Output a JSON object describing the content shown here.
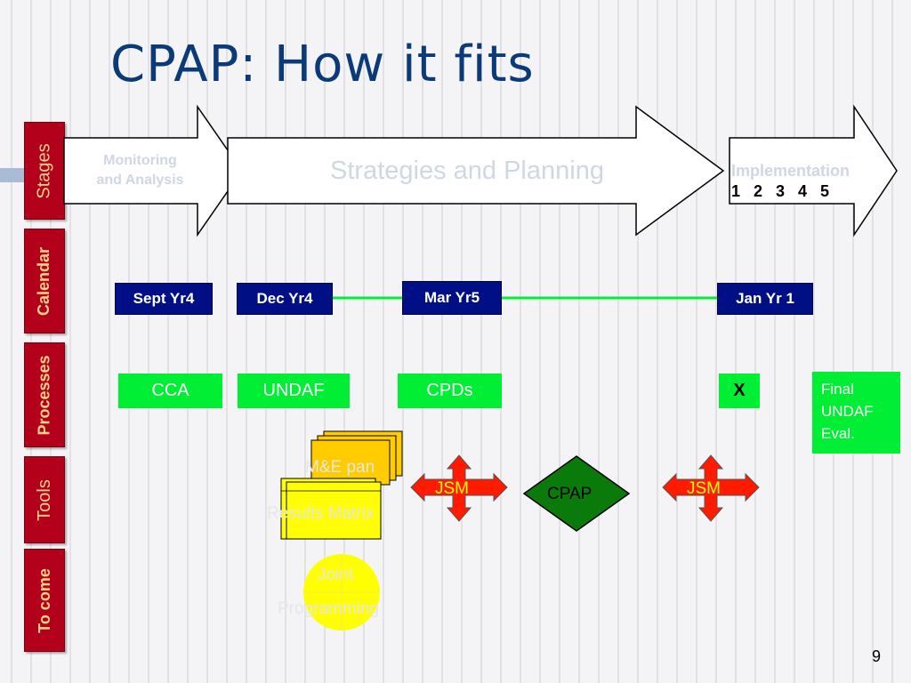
{
  "slide": {
    "title": "CPAP: How it fits",
    "page_number": "9"
  },
  "sidebar": {
    "tabs": [
      {
        "label": "Stages"
      },
      {
        "label": "Calendar"
      },
      {
        "label": "Processes"
      },
      {
        "label": "Tools"
      },
      {
        "label": "To come"
      }
    ]
  },
  "stages": {
    "monitoring": "Monitoring\nand Analysis",
    "strategies": "Strategies and Planning",
    "implementation": "Implementation",
    "years": "1   2   3   4   5"
  },
  "calendar": {
    "sept": "Sept Yr4",
    "dec": "Dec Yr4",
    "mar": "Mar Yr5",
    "jan": "Jan Yr 1"
  },
  "processes": {
    "cca": "CCA",
    "undaf": "UNDAF",
    "cpds": "CPDs",
    "x": "X",
    "final": "Final\nUNDAF\nEval."
  },
  "tools": {
    "me_plan": "M&E pan",
    "results_matrix": "Results Matrix",
    "jsm_left": "JSM",
    "cpap": "CPAP",
    "jsm_right": "JSM",
    "joint": "Joint",
    "programming": "Programming"
  },
  "colors": {
    "title": "#0b3a78",
    "tab_bg": "#b3001b",
    "tab_text": "#ffd38a",
    "calendar_box": "#000f86",
    "process_box": "#00ee33",
    "cpap_diamond": "#0a7a0a",
    "jsm_arrow": "#ff1a00",
    "yellow": "#ffff00"
  }
}
